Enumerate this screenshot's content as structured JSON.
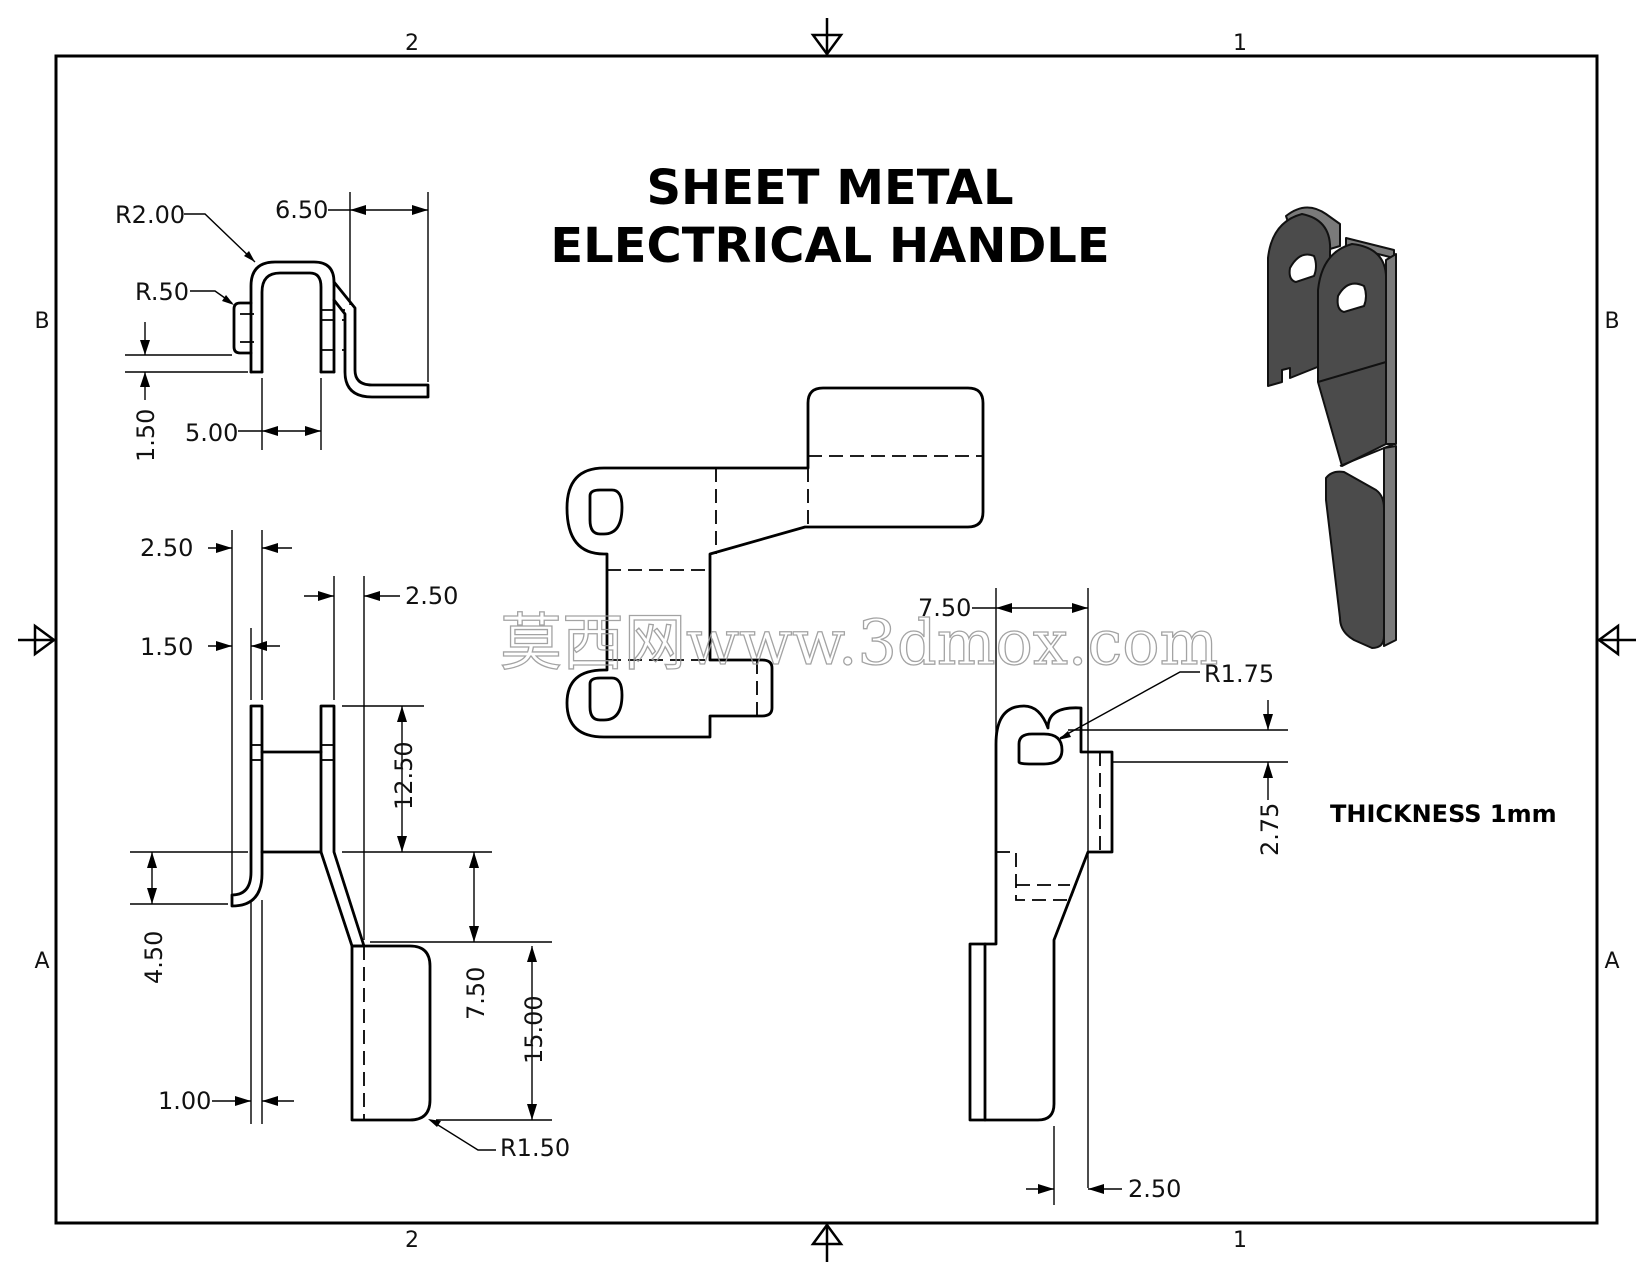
{
  "title": {
    "line1": "SHEET METAL",
    "line2": "ELECTRICAL HANDLE"
  },
  "thickness_note": "THICKNESS 1mm",
  "watermark": "莫西网www.3dmox.com",
  "zones": {
    "top_left": "2",
    "top_right": "1",
    "bottom_left": "2",
    "bottom_right": "1",
    "left_upper": "B",
    "left_lower": "A",
    "right_upper": "B",
    "right_lower": "A"
  },
  "top_view_dims": {
    "r_outer": "R2.00",
    "r_inner": "R.50",
    "width_650": "6.50",
    "gap_500": "5.00",
    "height_150": "1.50"
  },
  "front_view_dims": {
    "d250_top": "2.50",
    "d150": "1.50",
    "d250_right": "2.50",
    "d1250": "12.50",
    "d450": "4.50",
    "d750": "7.50",
    "d1500": "15.00",
    "d100": "1.00",
    "r150": "R1.50"
  },
  "side_view_dims": {
    "d750": "7.50",
    "r175": "R1.75",
    "d275": "2.75",
    "d250": "2.50"
  }
}
